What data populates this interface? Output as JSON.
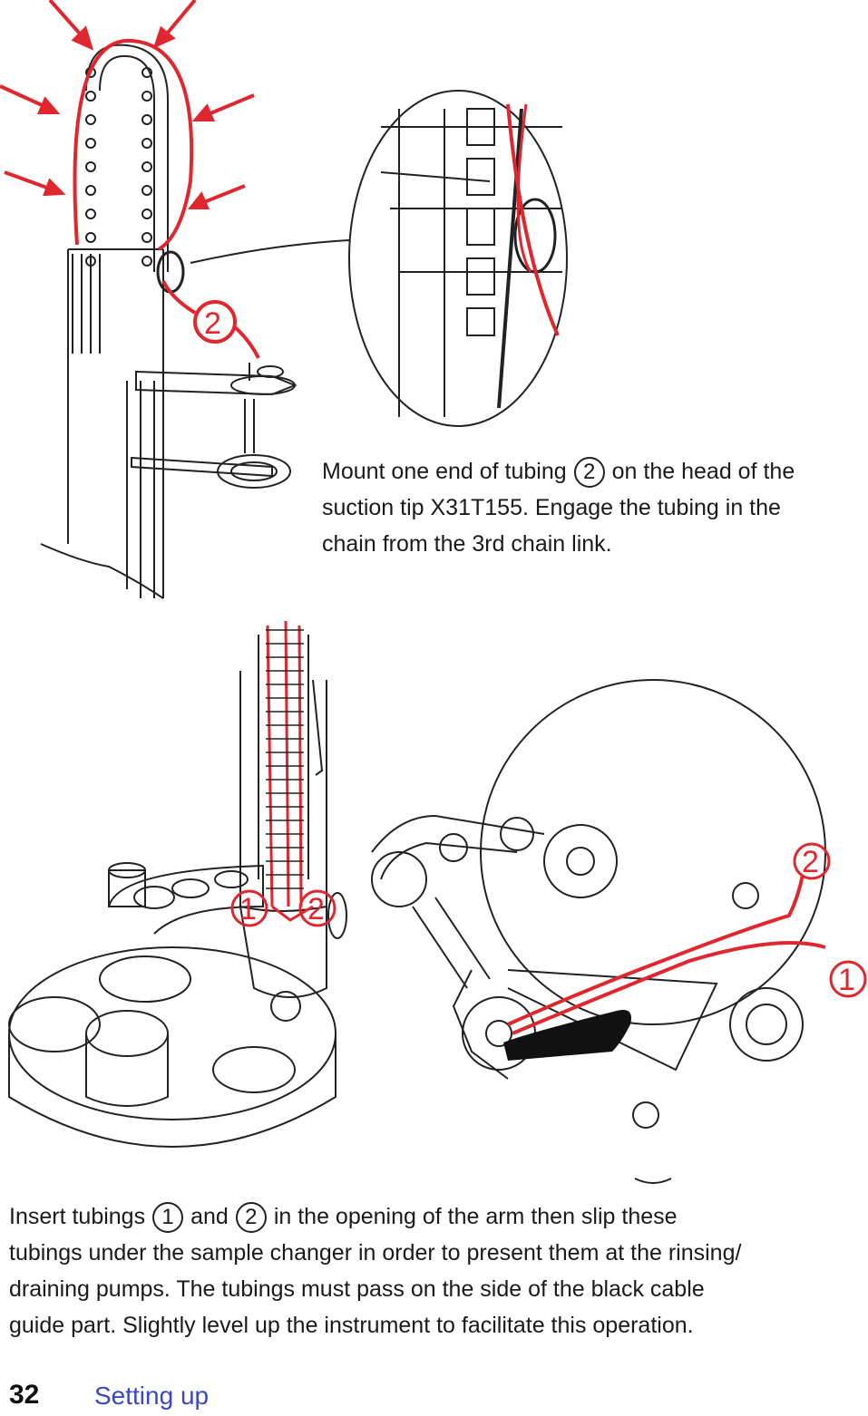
{
  "top_caption": {
    "line1_a": "Mount one end of tubing",
    "line1_num": "2",
    "line1_b": "on the head of the",
    "line2": "suction tip X31T155. Engage the tubing in the",
    "line3": "chain from the 3rd chain link."
  },
  "bottom_caption": {
    "line1_a": "Insert tubings",
    "line1_num1": "1",
    "line1_and": "and",
    "line1_num2": "2",
    "line1_b": "in the opening of the arm then slip these",
    "line2": "tubings under the sample changer in order to present them at the rinsing/",
    "line3": "draining pumps. The tubings must pass on the side of the black cable",
    "line4": "guide part. Slightly level up the instrument to facilitate this operation."
  },
  "callouts": {
    "top_tube": "2",
    "arm_left": "1",
    "arm_right": "2",
    "base_top": "2",
    "base_right": "1"
  },
  "footer": {
    "page_number": "32",
    "section": "Setting up"
  },
  "colors": {
    "accent_red": "#e0262e",
    "section_blue": "#3b45c9"
  }
}
